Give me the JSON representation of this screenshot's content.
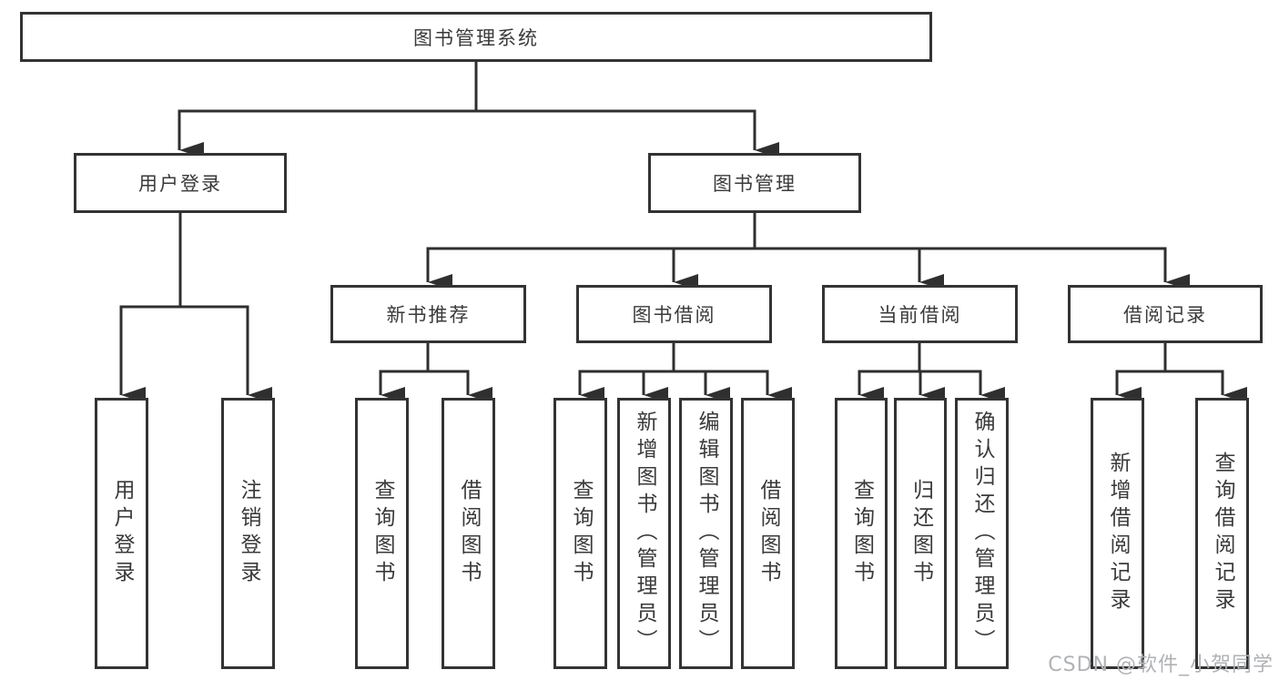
{
  "diagram": {
    "root": {
      "label": "图书管理系统"
    },
    "level2": [
      {
        "label": "用户登录"
      },
      {
        "label": "图书管理"
      }
    ],
    "level3": [
      {
        "label": "新书推荐"
      },
      {
        "label": "图书借阅"
      },
      {
        "label": "当前借阅"
      },
      {
        "label": "借阅记录"
      }
    ],
    "leaves": [
      {
        "label": "用户登录"
      },
      {
        "label": "注销登录"
      },
      {
        "label": "查询图书"
      },
      {
        "label": "借阅图书"
      },
      {
        "label": "查询图书"
      },
      {
        "label": "新增图书（管理员）"
      },
      {
        "label": "编辑图书（管理员）"
      },
      {
        "label": "借阅图书"
      },
      {
        "label": "查询图书"
      },
      {
        "label": "归还图书"
      },
      {
        "label": "确认归还（管理员）"
      },
      {
        "label": "新增借阅记录"
      },
      {
        "label": "查询借阅记录"
      }
    ]
  },
  "watermark": {
    "text": "CSDN @软件_小贺同学"
  },
  "colors": {
    "line": "#2f2f2f",
    "box_border": "#333333",
    "text": "#3a3a3a",
    "watermark": "#b0b2b6",
    "background": "#ffffff"
  }
}
